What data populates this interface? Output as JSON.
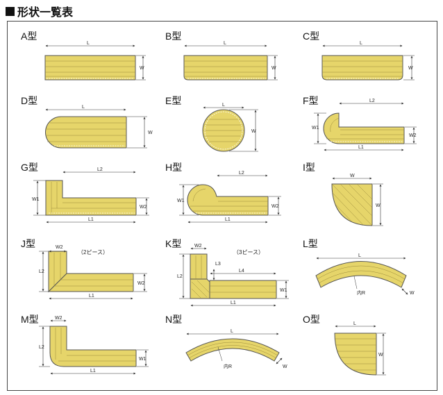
{
  "title": "形状一覧表",
  "shapes": {
    "a": {
      "label": "A型",
      "dims": [
        "L",
        "W"
      ]
    },
    "b": {
      "label": "B型",
      "dims": [
        "L",
        "W"
      ]
    },
    "c": {
      "label": "C型",
      "dims": [
        "L",
        "W"
      ]
    },
    "d": {
      "label": "D型",
      "dims": [
        "L",
        "W"
      ]
    },
    "e": {
      "label": "E型",
      "dims": [
        "L",
        "W"
      ]
    },
    "f": {
      "label": "F型",
      "dims": [
        "L2",
        "W1",
        "W2",
        "L1"
      ]
    },
    "g": {
      "label": "G型",
      "dims": [
        "L2",
        "W1",
        "W2",
        "L1"
      ]
    },
    "h": {
      "label": "H型",
      "dims": [
        "L2",
        "W1",
        "W2",
        "L1"
      ]
    },
    "i": {
      "label": "I型",
      "dims": [
        "W",
        "W"
      ]
    },
    "j": {
      "label": "J型",
      "dims": [
        "W2",
        "L2",
        "W2",
        "L1"
      ],
      "note": "（2ピース）"
    },
    "k": {
      "label": "K型",
      "dims": [
        "W2",
        "L3",
        "L4",
        "L2",
        "W1",
        "L1"
      ],
      "note": "（3ピース）"
    },
    "l": {
      "label": "L型",
      "dims": [
        "L",
        "内R",
        "W"
      ]
    },
    "m": {
      "label": "M型",
      "dims": [
        "W2",
        "L2",
        "W1",
        "L1"
      ]
    },
    "n": {
      "label": "N型",
      "dims": [
        "L",
        "内R",
        "W"
      ]
    },
    "o": {
      "label": "O型",
      "dims": [
        "L",
        "W"
      ]
    }
  }
}
